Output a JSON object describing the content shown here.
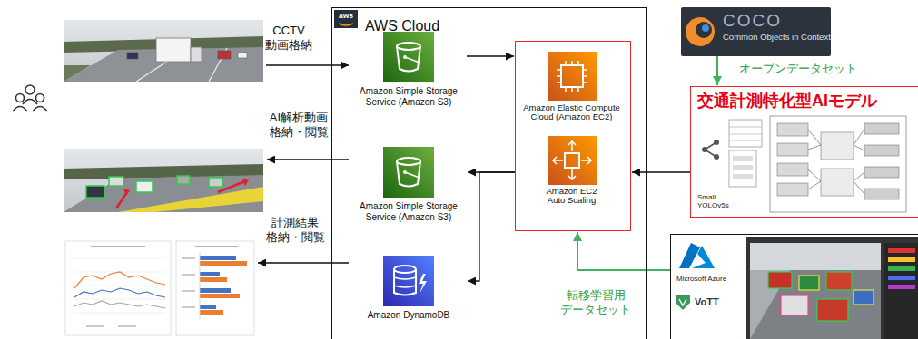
{
  "diagram": {
    "nodes": [
      {
        "text": [
          "AWS Cloud"
        ]
      },
      {
        "text": [
          "Amazon Simple Storage Service (Amazon S3)"
        ],
        "in": 0
      },
      {
        "text": [
          "Amazon Simple Storage Service (Amazon S3)"
        ],
        "in": 0
      },
      {
        "text": [
          "Amazon DynamoDB"
        ],
        "in": 0
      },
      {
        "text": [],
        "in": 0
      },
      {
        "text": [
          "Amazon Elastic Compute Cloud (Amazon EC2)"
        ],
        "in": 4
      },
      {
        "text": [
          "Amazon EC2 Auto Scaling"
        ],
        "in": 4
      },
      {
        "text": [
          "COCO",
          "Common Objects in Context"
        ]
      },
      {
        "text": [
          "交通計測特化型AIモデル",
          "Small YOLOv5s"
        ]
      },
      {
        "text": [
          "Microsoft Azure",
          "VoTT"
        ]
      }
    ],
    "edges": [
      {
        "from": 1,
        "to": 4,
        "arrow": "to"
      },
      {
        "from": 4,
        "to": 2,
        "arrow": "to"
      },
      {
        "from": 4,
        "to": 3,
        "arrow": "to"
      },
      {
        "from": 8,
        "to": 4,
        "arrow": "to"
      },
      {
        "from": 7,
        "to": 8,
        "label": "オープンデータセット",
        "arrow": "to"
      },
      {
        "from": 9,
        "to": 4,
        "label": "転移学習用 データセット",
        "arrow": "to"
      }
    ],
    "labels": [
      "aws",
      "CCTV 動画格納",
      "AI解析動画 格納・閲覧",
      "計測結果 格納・閲覧"
    ]
  }
}
